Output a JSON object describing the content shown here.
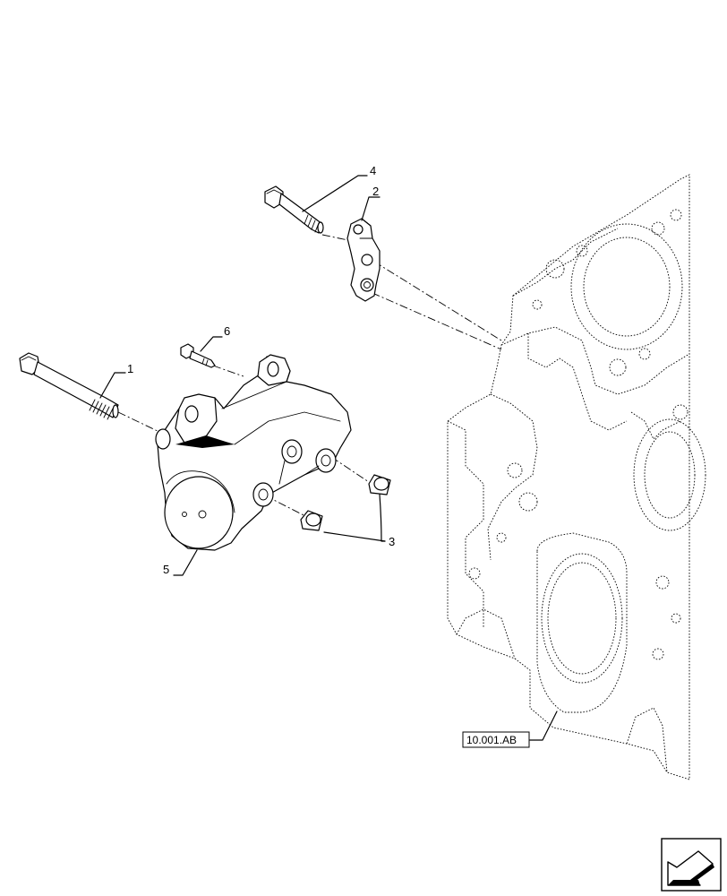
{
  "callouts": {
    "c1": "1",
    "c2": "2",
    "c3": "3",
    "c4": "4",
    "c5": "5",
    "c6": "6"
  },
  "reference_label": "10.001.AB",
  "nav_icon": "arrow-next-page-icon"
}
